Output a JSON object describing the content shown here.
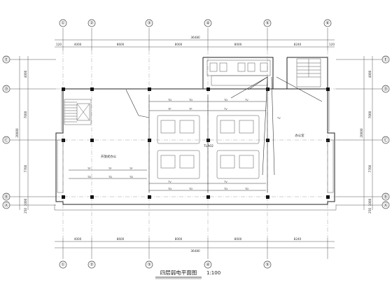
{
  "title": "四层弱电平面图",
  "scale": "1:100",
  "axes_top": [
    "①",
    "②",
    "③",
    "④",
    "⑤",
    "⑥"
  ],
  "axes_side": [
    "Ⓔ",
    "Ⓓ",
    "Ⓒ",
    "Ⓑ",
    "Ⓐ"
  ],
  "dims_top": {
    "total": "36480",
    "edge_left": "120",
    "edge_right": "120",
    "spans": [
      "4000",
      "8600",
      "8000",
      "8000",
      "8240"
    ]
  },
  "dims_left": {
    "total": "20000",
    "spans": [
      "4000",
      "7000",
      "7700",
      "1000"
    ],
    "edge": "250"
  },
  "dims_right": {
    "total": "20000",
    "spans": [
      "4000",
      "7000",
      "7700",
      "1000"
    ],
    "edge": "250"
  },
  "rooms": {
    "open_office": "开放式办公",
    "office": "办公室",
    "ups_room": "TLA02"
  },
  "legend": {
    "tp": "TP",
    "td": "TD",
    "tv": "TV"
  }
}
